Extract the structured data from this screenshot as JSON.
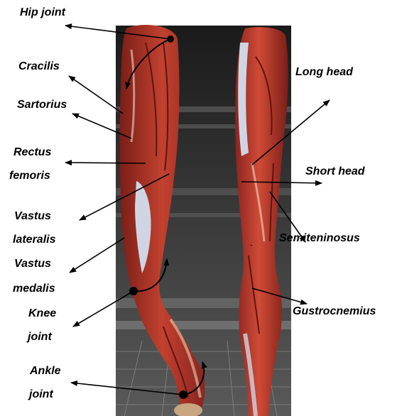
{
  "labels": {
    "hip_joint": "Hip  joint",
    "cracilis": "Cracilis",
    "sartorius": "Sartorius",
    "rectus_1": "Rectus",
    "rectus_2": "femoris",
    "vastus_lat_1": "Vastus",
    "vastus_lat_2": "lateralis",
    "vastus_med_1": "Vastus",
    "vastus_med_2": "medalis",
    "knee_1": "Knee",
    "knee_2": "joint",
    "ankle_1": "Ankle",
    "ankle_2": "joint",
    "long_head": "Long head",
    "short_head": "Short  head",
    "semiten": "Semiteninosus",
    "gastro": "Gustrocnemius"
  },
  "colors": {
    "background": "#ffffff",
    "muscle": "#b3362a",
    "muscle_dark": "#7a1e18",
    "tendon": "#cfd5e3",
    "floor_dark": "#2a2a2a",
    "arrow": "#000000"
  },
  "icons": {
    "arrow": "arrow-head",
    "joint_marker": "dot"
  }
}
